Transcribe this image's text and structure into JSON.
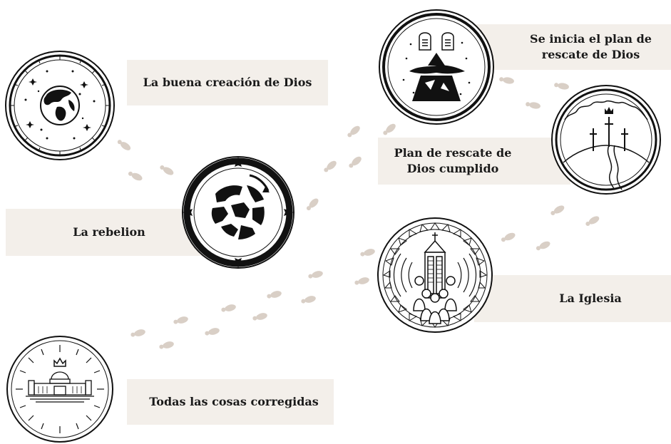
{
  "stages": [
    {
      "id": "creation",
      "label": "La buena creación de Dios",
      "icon": "globe-with-stars-icon"
    },
    {
      "id": "rebellion",
      "label": "La rebelion",
      "icon": "broken-globe-icon"
    },
    {
      "id": "rescue-start",
      "label": "Se inicia el plan de rescate de Dios",
      "icon": "mountain-tablets-icon"
    },
    {
      "id": "rescue-fulfilled",
      "label": "Plan de rescate de Dios cumplido",
      "icon": "three-crosses-icon"
    },
    {
      "id": "church",
      "label": "La Iglesia",
      "icon": "church-people-icon"
    },
    {
      "id": "restoration",
      "label": "Todas las cosas corregidas",
      "icon": "crowned-city-icon"
    }
  ],
  "colors": {
    "panel": "#f3efea",
    "footprint": "#d9cfc6",
    "ink": "#111111"
  }
}
